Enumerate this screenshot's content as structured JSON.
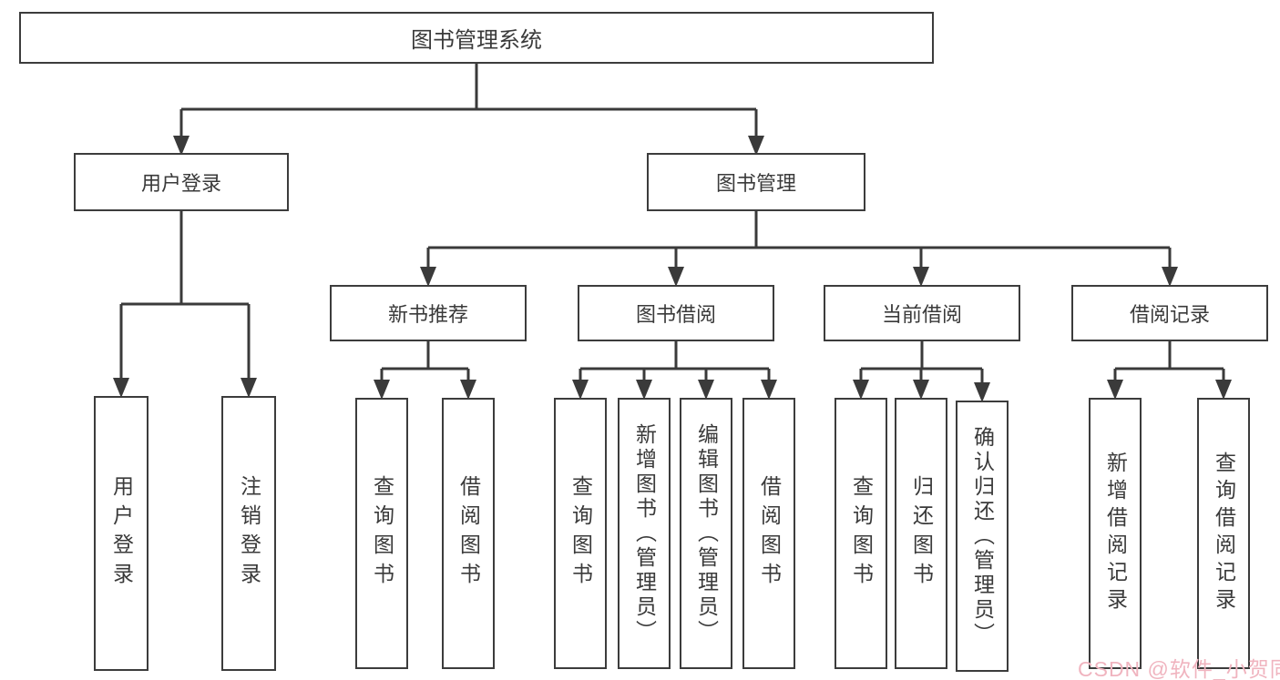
{
  "diagram": {
    "root": {
      "label": "图书管理系统"
    },
    "branches": [
      {
        "label": "用户登录",
        "children": [
          {
            "label": "用户登录"
          },
          {
            "label": "注销登录"
          }
        ]
      },
      {
        "label": "图书管理",
        "children": [
          {
            "label": "新书推荐",
            "children": [
              {
                "label": "查询图书"
              },
              {
                "label": "借阅图书"
              }
            ]
          },
          {
            "label": "图书借阅",
            "children": [
              {
                "label": "查询图书"
              },
              {
                "label": "新增图书（管理员）"
              },
              {
                "label": "编辑图书（管理员）"
              },
              {
                "label": "借阅图书"
              }
            ]
          },
          {
            "label": "当前借阅",
            "children": [
              {
                "label": "查询图书"
              },
              {
                "label": "归还图书"
              },
              {
                "label": "确认归还（管理员）"
              }
            ]
          },
          {
            "label": "借阅记录",
            "children": [
              {
                "label": "新增借阅记录"
              },
              {
                "label": "查询借阅记录"
              }
            ]
          }
        ]
      }
    ]
  },
  "watermark": {
    "text": "CSDN @软件_小贺同学",
    "color": "#f0b4bf"
  },
  "style": {
    "line_color": "#3a3a3a",
    "box_border_color": "#3c3c3c",
    "text_color": "#3a3a3a",
    "background": "#ffffff"
  }
}
